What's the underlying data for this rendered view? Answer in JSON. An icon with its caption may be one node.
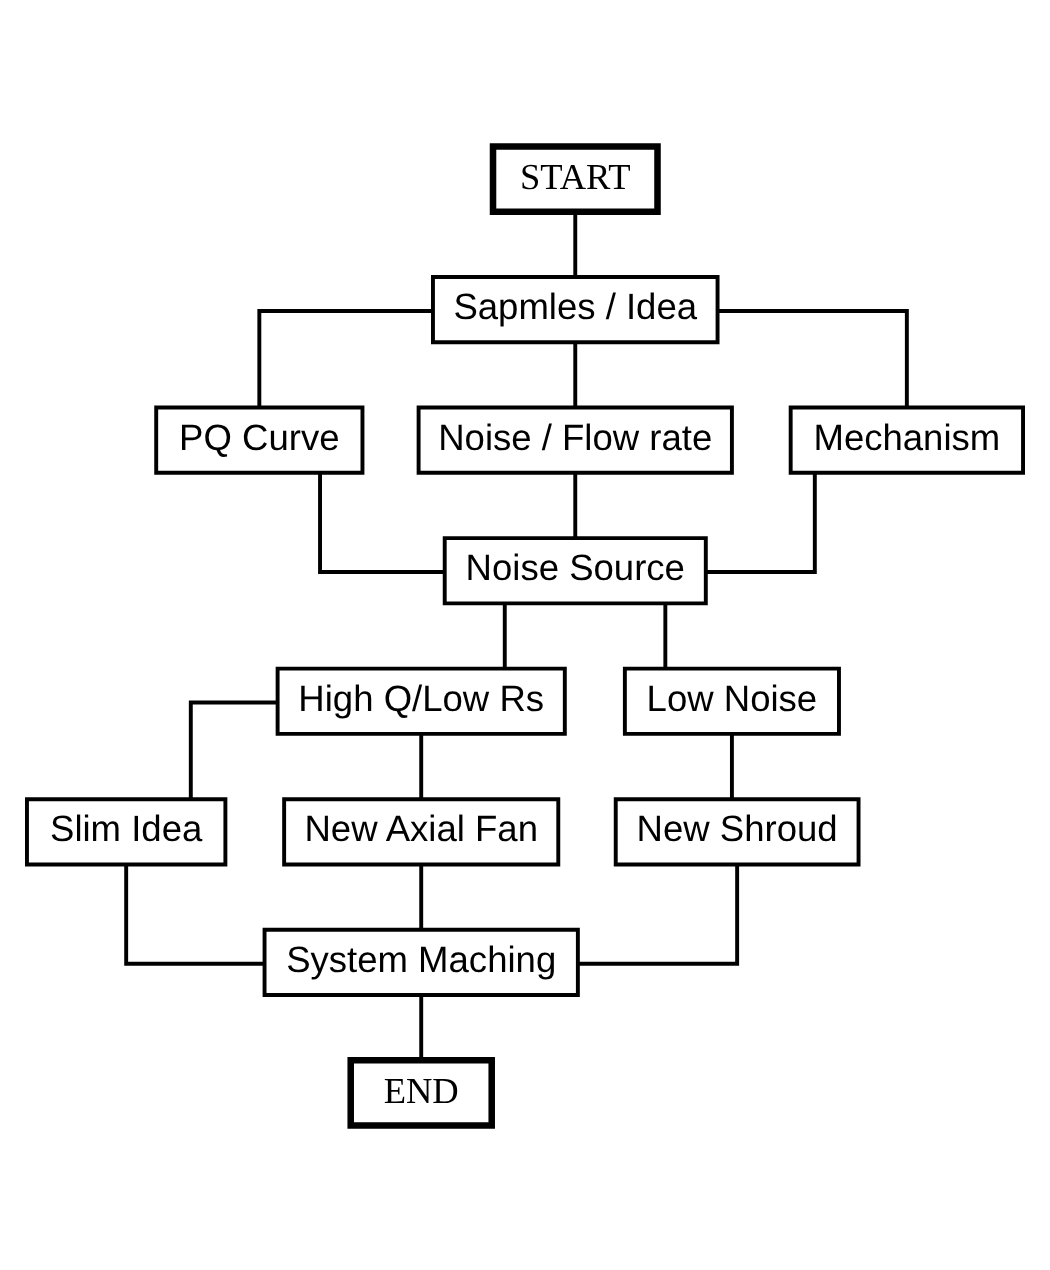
{
  "diagram": {
    "nodes": [
      {
        "text": [
          "START"
        ]
      },
      {
        "text": [
          "Sapmles / Idea"
        ]
      },
      {
        "text": [
          "PQ Curve"
        ]
      },
      {
        "text": [
          "Noise / Flow rate"
        ]
      },
      {
        "text": [
          "Mechanism"
        ]
      },
      {
        "text": [
          "Noise Source"
        ]
      },
      {
        "text": [
          "High Q/Low Rs"
        ]
      },
      {
        "text": [
          "Low Noise"
        ]
      },
      {
        "text": [
          "Slim Idea"
        ]
      },
      {
        "text": [
          "New Axial Fan"
        ]
      },
      {
        "text": [
          "New Shroud"
        ]
      },
      {
        "text": [
          "System Maching"
        ]
      },
      {
        "text": [
          "END"
        ]
      }
    ],
    "edges": [
      {
        "from": 0,
        "to": 1,
        "arrow": "none"
      },
      {
        "from": 1,
        "to": 2,
        "arrow": "none"
      },
      {
        "from": 1,
        "to": 3,
        "arrow": "none"
      },
      {
        "from": 1,
        "to": 4,
        "arrow": "none"
      },
      {
        "from": 2,
        "to": 5,
        "arrow": "none"
      },
      {
        "from": 3,
        "to": 5,
        "arrow": "none"
      },
      {
        "from": 4,
        "to": 5,
        "arrow": "none"
      },
      {
        "from": 5,
        "to": 6,
        "arrow": "none"
      },
      {
        "from": 5,
        "to": 7,
        "arrow": "none"
      },
      {
        "from": 6,
        "to": 8,
        "arrow": "none"
      },
      {
        "from": 6,
        "to": 9,
        "arrow": "none"
      },
      {
        "from": 7,
        "to": 10,
        "arrow": "none"
      },
      {
        "from": 8,
        "to": 11,
        "arrow": "none"
      },
      {
        "from": 9,
        "to": 11,
        "arrow": "none"
      },
      {
        "from": 10,
        "to": 11,
        "arrow": "none"
      },
      {
        "from": 11,
        "to": 12,
        "arrow": "none"
      }
    ]
  }
}
